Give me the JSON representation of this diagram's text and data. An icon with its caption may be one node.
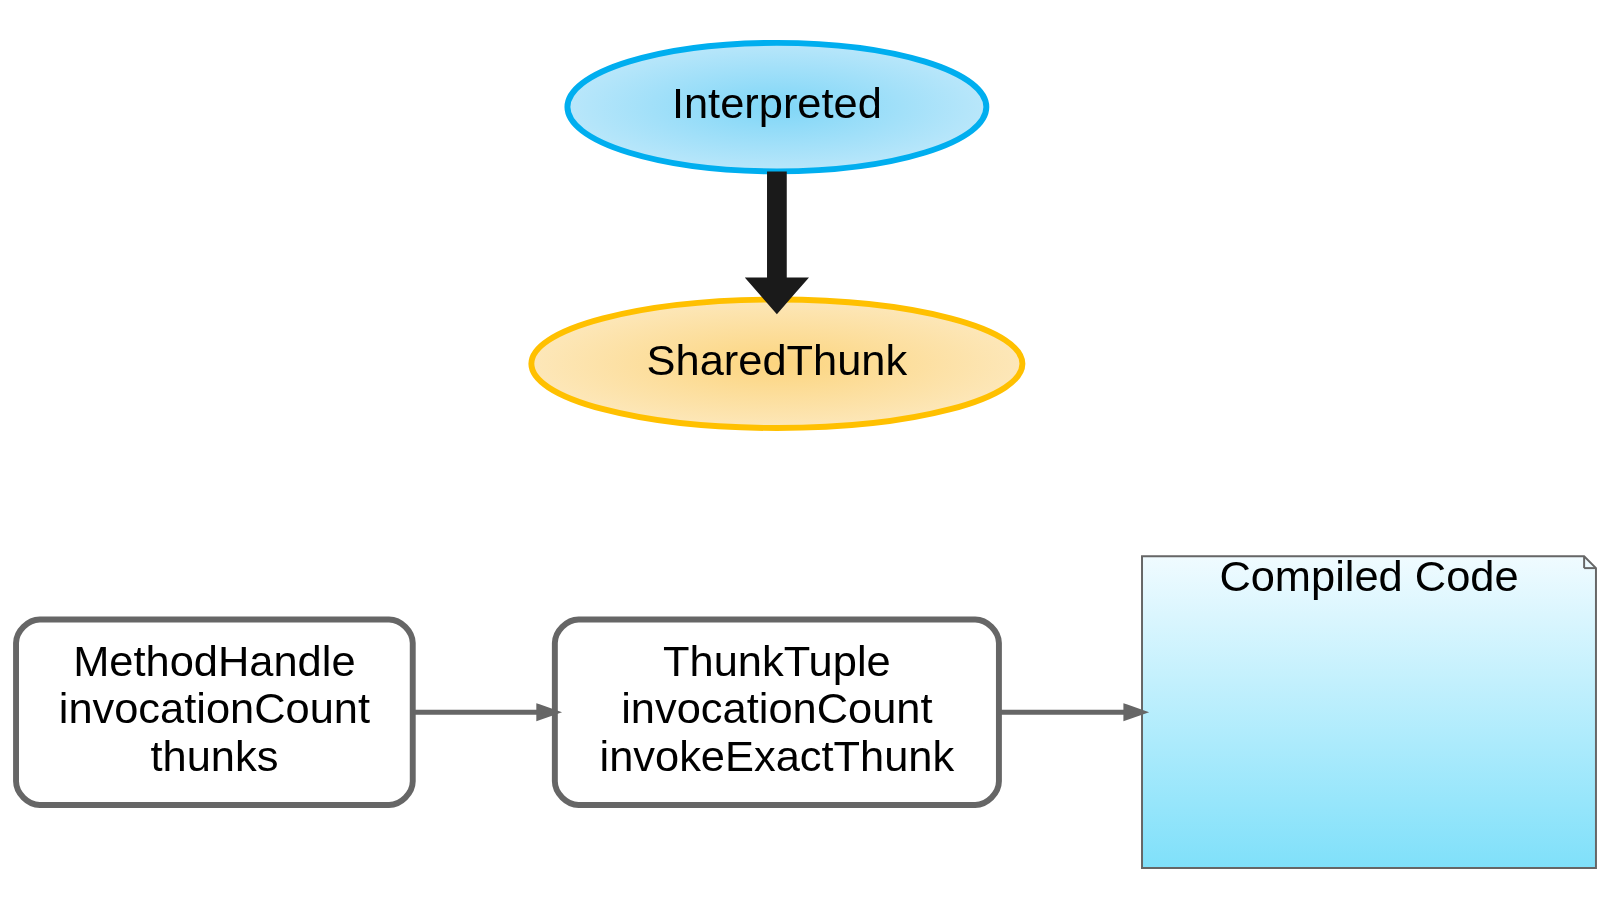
{
  "diagram": {
    "nodes": [
      {
        "text": [
          "Interpreted"
        ]
      },
      {
        "text": [
          "SharedThunk"
        ]
      },
      {
        "text": [
          "MethodHandle",
          "invocationCount",
          "thunks"
        ]
      },
      {
        "text": [
          "ThunkTuple",
          "invocationCount",
          "invokeExactThunk"
        ]
      },
      {
        "text": [
          "Compiled Code"
        ]
      }
    ],
    "edges": [
      {
        "from": 0,
        "to": 1,
        "arrow": "to",
        "style": "thick",
        "color": "#1a1a1a"
      },
      {
        "from": 2,
        "to": 3,
        "arrow": "to"
      },
      {
        "from": 3,
        "to": 4,
        "arrow": "to"
      }
    ]
  }
}
